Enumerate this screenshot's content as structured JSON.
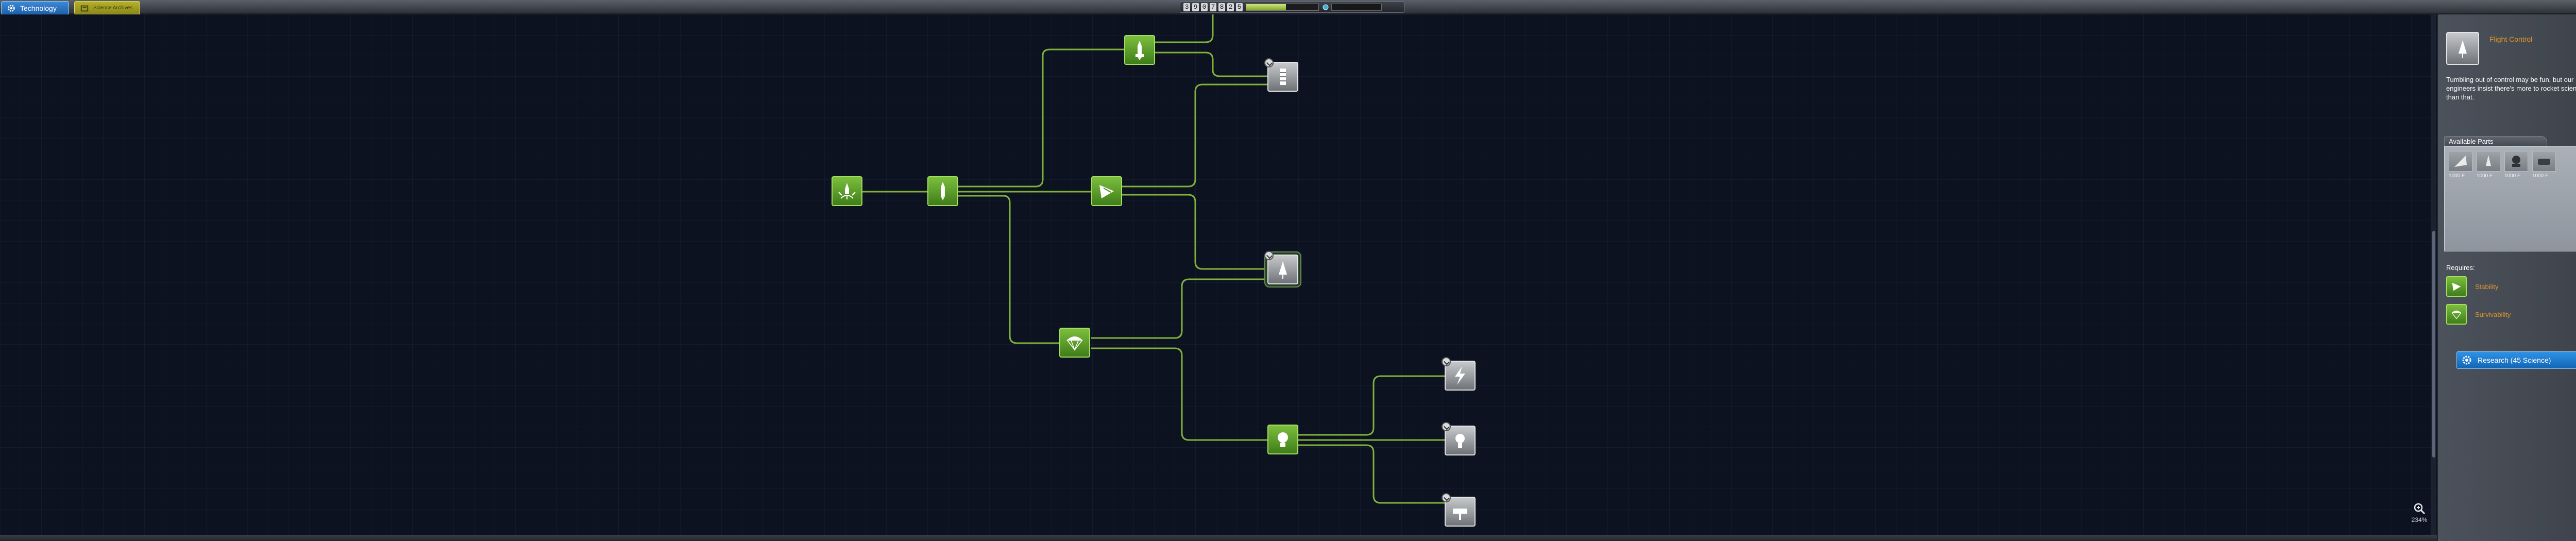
{
  "tabs": {
    "technology": "Technology",
    "science_archives": "Science Archives"
  },
  "hud": {
    "funds_digits": [
      "3",
      "9",
      "0",
      "7",
      "8",
      "2",
      "5"
    ],
    "reputation_level": 0.55,
    "science_value": ""
  },
  "tree": {
    "nodes": [
      {
        "id": "start",
        "icon": "rocket-launch-icon",
        "state": "researched",
        "badge": false
      },
      {
        "id": "basic-rocketry",
        "icon": "rocket-icon",
        "state": "researched",
        "badge": false
      },
      {
        "id": "general-rocketry",
        "icon": "rocket-icon",
        "state": "researched",
        "badge": false
      },
      {
        "id": "stability",
        "icon": "fins-icon",
        "state": "researched",
        "badge": false
      },
      {
        "id": "survivability",
        "icon": "parachute-icon",
        "state": "researched",
        "badge": false
      },
      {
        "id": "engineering-101",
        "icon": "lightbulb-icon",
        "state": "researched",
        "badge": false
      },
      {
        "id": "advanced-rocketry",
        "icon": "fuel-tank-icon",
        "state": "available",
        "badge": true
      },
      {
        "id": "flight-control",
        "icon": "pod-icon",
        "state": "available",
        "badge": true,
        "selected": true
      },
      {
        "id": "electrics",
        "icon": "lightning-icon",
        "state": "available",
        "badge": true
      },
      {
        "id": "basic-science",
        "icon": "science-icon",
        "state": "available",
        "badge": true
      },
      {
        "id": "construction",
        "icon": "strut-icon",
        "state": "available",
        "badge": true
      }
    ],
    "zoom_label": "234%"
  },
  "panel": {
    "node_icon": "pod-icon",
    "title": "Flight Control",
    "description": "Tumbling out of control may be fun, but our engineers insist there's more to rocket science than that.",
    "available_parts_label": "Available Parts",
    "parts": [
      {
        "icon": "fin-part-icon",
        "cost": "1000 F"
      },
      {
        "icon": "probe-part-icon",
        "cost": "1000 F"
      },
      {
        "icon": "sas-part-icon",
        "cost": "1000 F"
      },
      {
        "icon": "wheel-part-icon",
        "cost": "1000 F"
      }
    ],
    "requires_label": "Requires:",
    "requirements": [
      {
        "icon": "fins-icon",
        "name": "Stability"
      },
      {
        "icon": "parachute-icon",
        "name": "Survivability"
      }
    ],
    "research_button": "Research (45 Science)"
  },
  "colors": {
    "researched": "#5d9f2b",
    "available": "#9a9ea3",
    "link": "#7fb23a",
    "accent_blue": "#1f7bd0",
    "title_orange": "#e0962a"
  }
}
